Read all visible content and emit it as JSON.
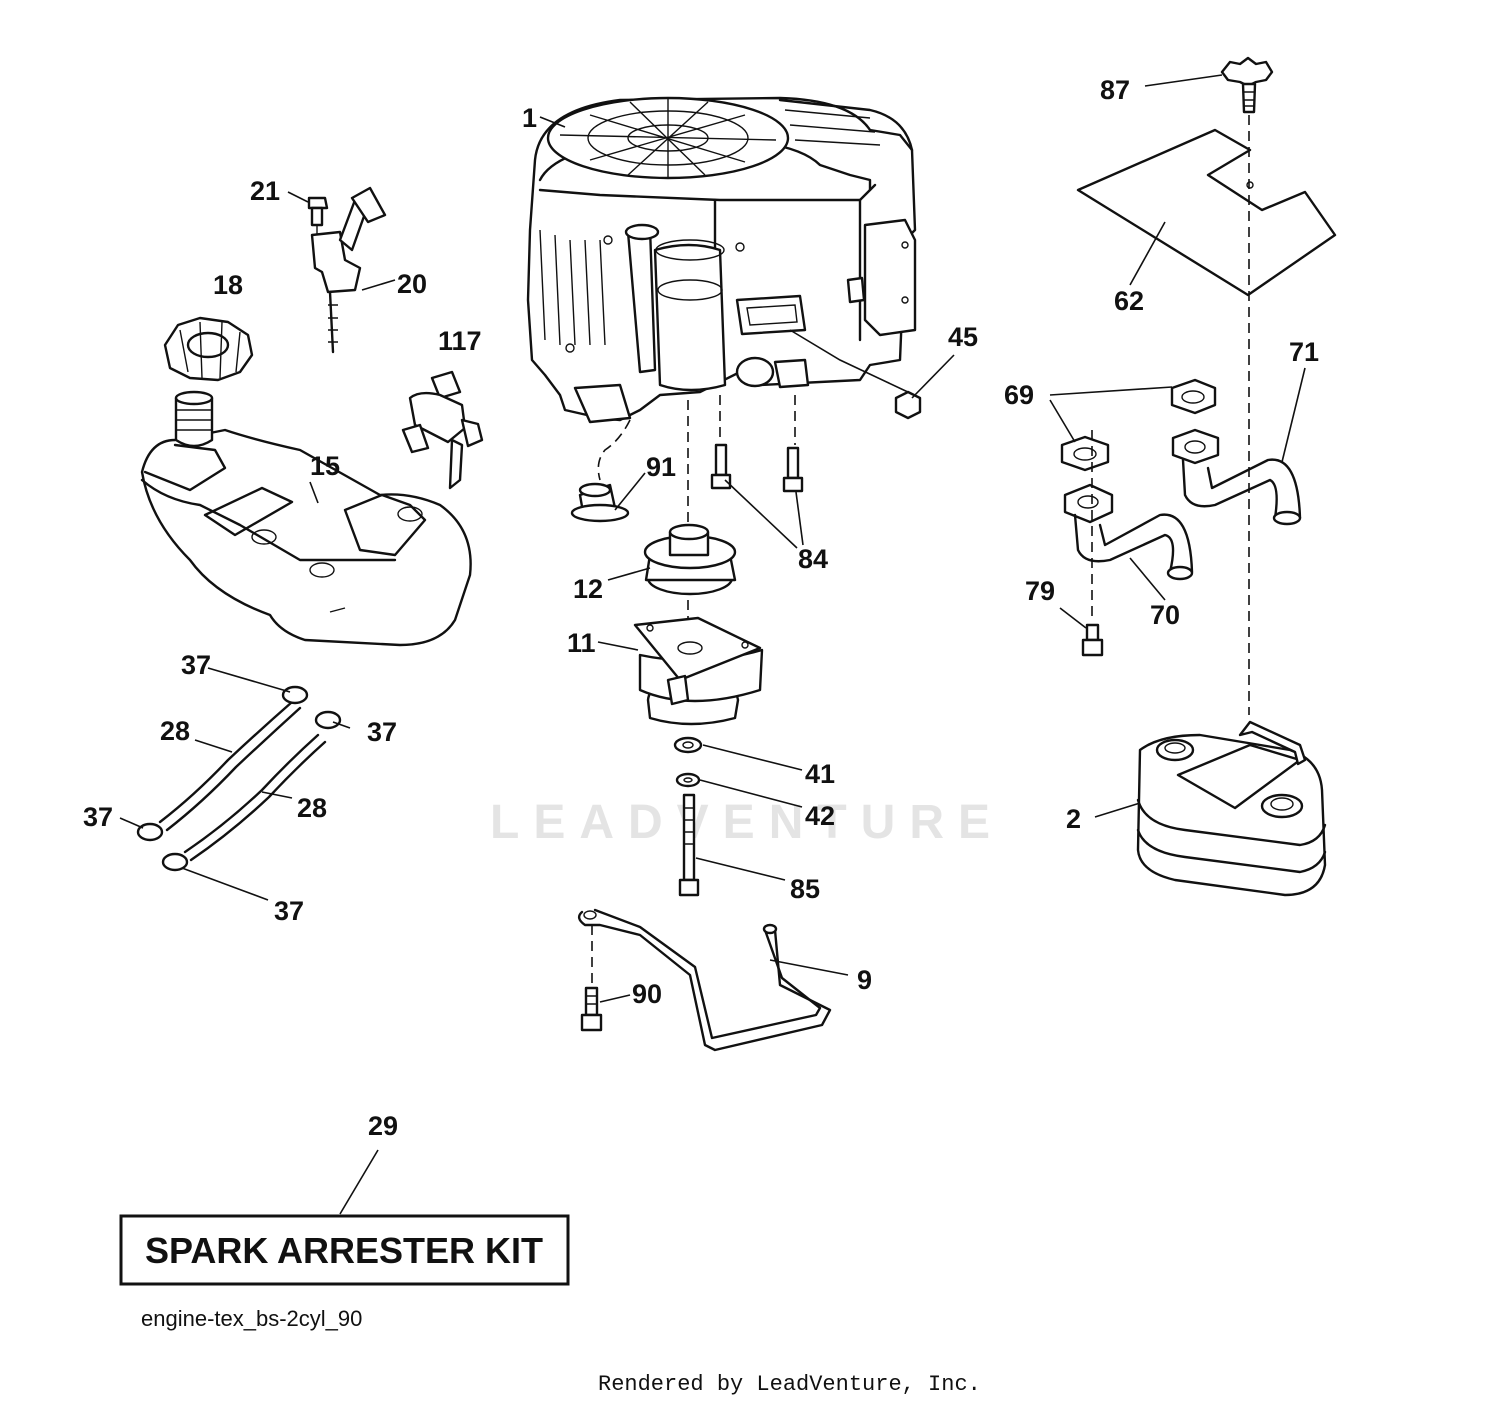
{
  "diagram": {
    "callouts": {
      "p1": "1",
      "p2": "2",
      "p9": "9",
      "p11": "11",
      "p12": "12",
      "p15": "15",
      "p18": "18",
      "p20": "20",
      "p21": "21",
      "p28a": "28",
      "p28b": "28",
      "p29": "29",
      "p37a": "37",
      "p37b": "37",
      "p37c": "37",
      "p37d": "37",
      "p41": "41",
      "p42": "42",
      "p45": "45",
      "p62": "62",
      "p69": "69",
      "p70": "70",
      "p71": "71",
      "p79": "79",
      "p84": "84",
      "p85": "85",
      "p87": "87",
      "p90": "90",
      "p91": "91",
      "p117": "117"
    },
    "kit_label": "SPARK ARRESTER KIT",
    "diagram_id": "engine-tex_bs-2cyl_90",
    "watermark": "LEADVENTURE",
    "credit": "Rendered by LeadVenture, Inc."
  }
}
